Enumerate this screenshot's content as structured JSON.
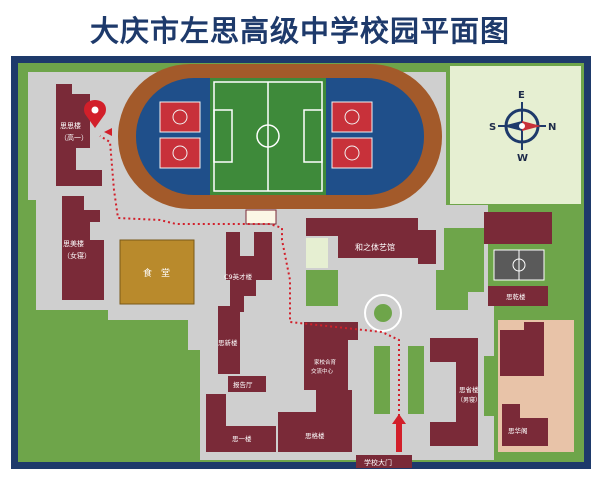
{
  "title": "大庆市左思高级中学校园平面图",
  "compass": {
    "north": "N",
    "south": "S",
    "east": "E",
    "west": "W"
  },
  "buildings": {
    "sisiying": "思思楼",
    "sisiying_sub": "（高一）",
    "simei": "思美楼",
    "simei_sub": "（女寝）",
    "canteen": "食　堂",
    "c9": "C9英才楼",
    "hezhi": "和之体艺馆",
    "siqian": "思乾楼",
    "sixin": "思新楼",
    "jiaxiao_1": "家校合育",
    "jiaxiao_2": "交流中心",
    "sixing": "思省楼",
    "sixing_sub": "（男寝）",
    "baogao": "报告厅",
    "siyi": "思一楼",
    "sige": "思格楼",
    "sihua": "思华阁",
    "gate": "学校大门"
  },
  "colors": {
    "navy": "#1e3a6b",
    "maroon": "#7a2a38",
    "grass": "#6ea54a",
    "track": "#a35a2a",
    "pitch_blue": "#1f4f8a",
    "court_red": "#c8313a",
    "pavement": "#cfcfcf",
    "light_green": "#e6efd2",
    "tan": "#e8c3a8",
    "path_red": "#d21f2a"
  }
}
